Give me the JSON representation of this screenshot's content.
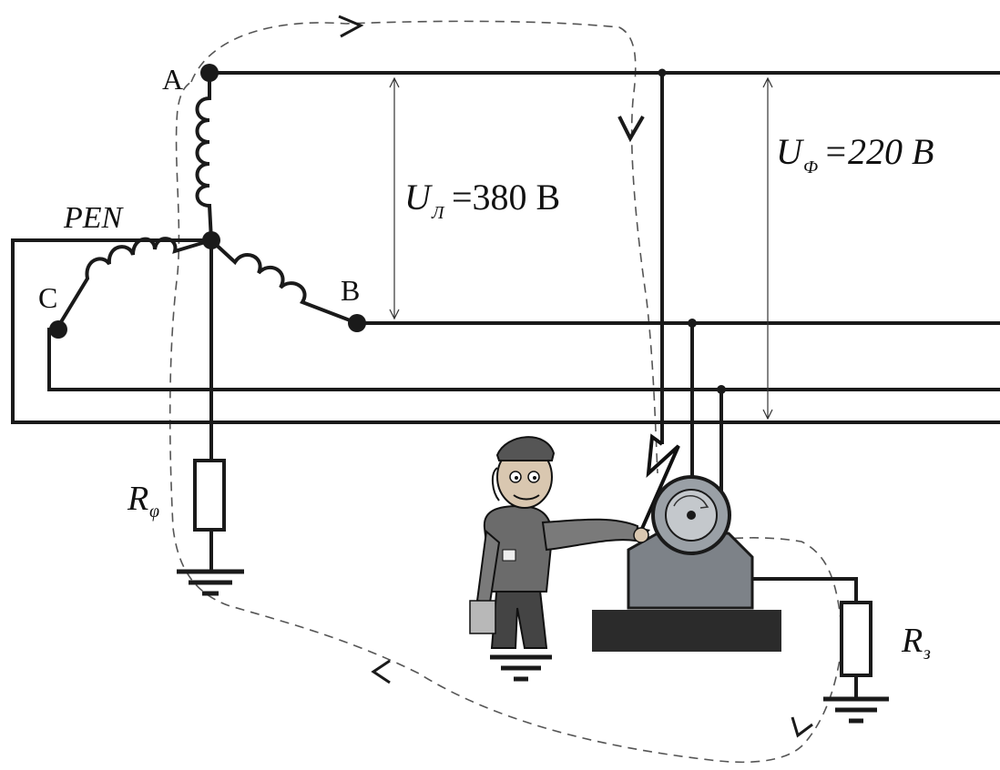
{
  "labels": {
    "phase_a": "A",
    "phase_b": "B",
    "phase_c": "C",
    "pen": "PEN",
    "u_line_main": "U",
    "u_line_sub": "Л",
    "u_line_value": "=380 В",
    "u_phase_main": "U",
    "u_phase_sub": "Ф",
    "u_phase_value": "=220 В",
    "r_phi_main": "R",
    "r_phi_sub": "φ",
    "r_z_main": "R",
    "r_z_sub": "з"
  },
  "colors": {
    "wire": "#1a1a1a",
    "motor_body": "#7d8288",
    "motor_base": "#2b2b2b",
    "worker_clothes": "#6b6b6b"
  }
}
